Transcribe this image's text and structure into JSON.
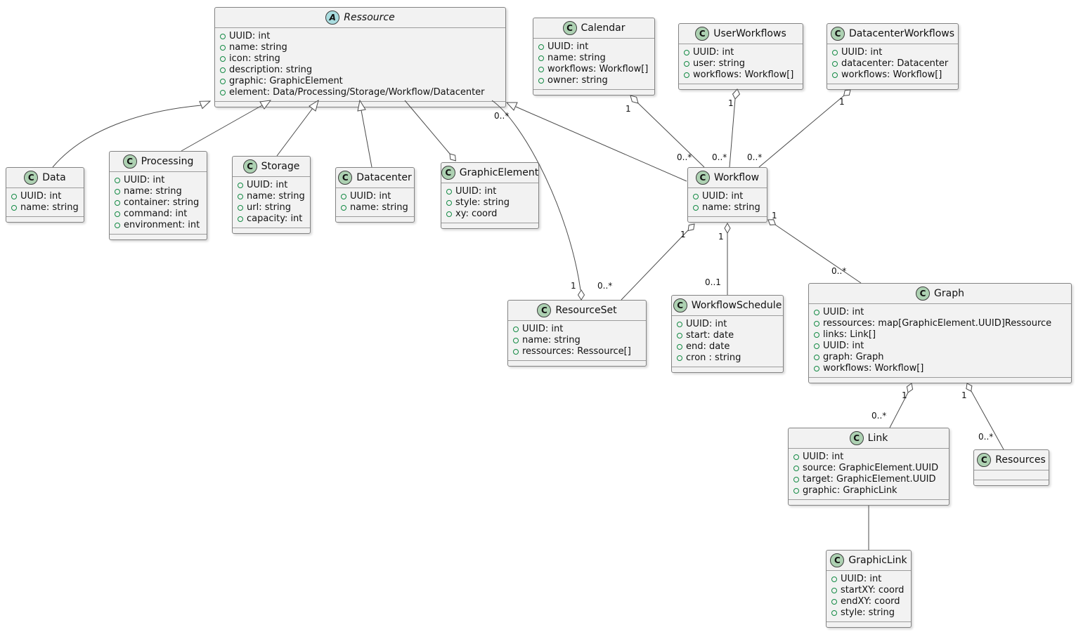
{
  "diagram": {
    "kind": "uml-class-diagram",
    "classes": {
      "ressource": {
        "icon_letter": "A",
        "stereotype": "abstract",
        "name": "Ressource",
        "attributes": [
          "UUID: int",
          "name: string",
          "icon: string",
          "description: string",
          "graphic: GraphicElement",
          "element: Data/Processing/Storage/Workflow/Datacenter"
        ]
      },
      "calendar": {
        "icon_letter": "C",
        "stereotype": "class",
        "name": "Calendar",
        "attributes": [
          "UUID: int",
          "name: string",
          "workflows: Workflow[]",
          "owner: string"
        ]
      },
      "userworkflows": {
        "icon_letter": "C",
        "stereotype": "class",
        "name": "UserWorkflows",
        "attributes": [
          "UUID: int",
          "user: string",
          "workflows: Workflow[]"
        ]
      },
      "datacenterworkflows": {
        "icon_letter": "C",
        "stereotype": "class",
        "name": "DatacenterWorkflows",
        "attributes": [
          "UUID: int",
          "datacenter: Datacenter",
          "workflows: Workflow[]"
        ]
      },
      "data": {
        "icon_letter": "C",
        "stereotype": "class",
        "name": "Data",
        "attributes": [
          "UUID: int",
          "name: string"
        ]
      },
      "processing": {
        "icon_letter": "C",
        "stereotype": "class",
        "name": "Processing",
        "attributes": [
          "UUID: int",
          "name: string",
          "container: string",
          "command: int",
          "environment: int"
        ]
      },
      "storage": {
        "icon_letter": "C",
        "stereotype": "class",
        "name": "Storage",
        "attributes": [
          "UUID: int",
          "name: string",
          "url: string",
          "capacity: int"
        ]
      },
      "datacenter": {
        "icon_letter": "C",
        "stereotype": "class",
        "name": "Datacenter",
        "attributes": [
          "UUID: int",
          "name: string"
        ]
      },
      "graphicelement": {
        "icon_letter": "C",
        "stereotype": "class",
        "name": "GraphicElement",
        "attributes": [
          "UUID: int",
          "style: string",
          "xy: coord"
        ]
      },
      "workflow": {
        "icon_letter": "C",
        "stereotype": "class",
        "name": "Workflow",
        "attributes": [
          "UUID: int",
          "name: string"
        ]
      },
      "resourceset": {
        "icon_letter": "C",
        "stereotype": "class",
        "name": "ResourceSet",
        "attributes": [
          "UUID: int",
          "name: string",
          "ressources: Ressource[]"
        ]
      },
      "workflowschedule": {
        "icon_letter": "C",
        "stereotype": "class",
        "name": "WorkflowSchedule",
        "attributes": [
          "UUID: int",
          "start: date",
          "end: date",
          "cron : string"
        ]
      },
      "graph": {
        "icon_letter": "C",
        "stereotype": "class",
        "name": "Graph",
        "attributes": [
          "UUID: int",
          "ressources: map[GraphicElement.UUID]Ressource",
          "links: Link[]",
          "UUID: int",
          "graph: Graph",
          "workflows: Workflow[]"
        ]
      },
      "link": {
        "icon_letter": "C",
        "stereotype": "class",
        "name": "Link",
        "attributes": [
          "UUID: int",
          "source: GraphicElement.UUID",
          "target: GraphicElement.UUID",
          "graphic: GraphicLink"
        ]
      },
      "resources": {
        "icon_letter": "C",
        "stereotype": "class",
        "name": "Resources",
        "attributes": []
      },
      "graphiclink": {
        "icon_letter": "C",
        "stereotype": "class",
        "name": "GraphicLink",
        "attributes": [
          "UUID: int",
          "startXY: coord",
          "endXY: coord",
          "style: string"
        ]
      }
    },
    "relationships": {
      "data_ressource": {
        "kind": "inheritance",
        "from": "Data",
        "to": "Ressource"
      },
      "processing_ressource": {
        "kind": "inheritance",
        "from": "Processing",
        "to": "Ressource"
      },
      "storage_ressource": {
        "kind": "inheritance",
        "from": "Storage",
        "to": "Ressource"
      },
      "datacenter_ressource": {
        "kind": "inheritance",
        "from": "Datacenter",
        "to": "Ressource"
      },
      "workflow_ressource": {
        "kind": "inheritance",
        "from": "Workflow",
        "to": "Ressource"
      },
      "graphicelement_ressource": {
        "kind": "aggregation",
        "from": "GraphicElement",
        "to": "Ressource"
      },
      "calendar_workflow": {
        "kind": "aggregation",
        "from": "Calendar",
        "to": "Workflow",
        "from_label": "1",
        "to_label": "0..*"
      },
      "userworkflows_workflow": {
        "kind": "aggregation",
        "from": "UserWorkflows",
        "to": "Workflow",
        "from_label": "1",
        "to_label": "0..*"
      },
      "datacenterworkflows_workflow": {
        "kind": "aggregation",
        "from": "DatacenterWorkflows",
        "to": "Workflow",
        "from_label": "1",
        "to_label": "0..*"
      },
      "resourceset_ressource": {
        "kind": "aggregation",
        "from": "ResourceSet",
        "to": "Ressource",
        "from_label": "1",
        "to_label": "0..*"
      },
      "workflow_resourceset": {
        "kind": "aggregation",
        "from": "Workflow",
        "to": "ResourceSet",
        "from_label": "1",
        "to_label": "0..*"
      },
      "workflow_workflowschedule": {
        "kind": "aggregation",
        "from": "Workflow",
        "to": "WorkflowSchedule",
        "from_label": "1",
        "to_label": "0..1"
      },
      "workflow_graph": {
        "kind": "aggregation",
        "from": "Workflow",
        "to": "Graph",
        "from_label": "1",
        "to_label": "0..*"
      },
      "graph_link": {
        "kind": "aggregation",
        "from": "Graph",
        "to": "Link",
        "from_label": "1",
        "to_label": "0..*"
      },
      "graph_resources": {
        "kind": "aggregation",
        "from": "Graph",
        "to": "Resources",
        "from_label": "1",
        "to_label": "0..*"
      },
      "link_graphiclink": {
        "kind": "association",
        "from": "Link",
        "to": "GraphicLink"
      }
    }
  }
}
